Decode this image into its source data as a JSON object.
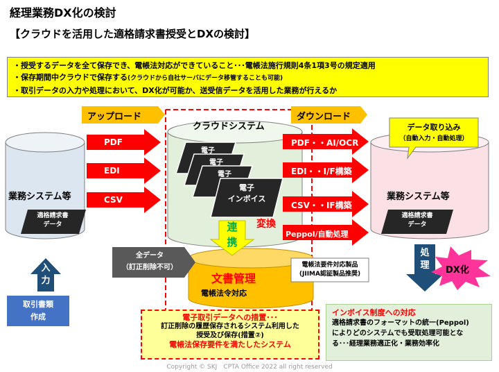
{
  "title": "経理業務DX化の検討",
  "subtitle": "【クラウドを活用した適格請求書授受とDXの検討】",
  "notes": {
    "line1": "・授受するデータを全て保存でき、電帳法対応ができていること･･･電帳法施行規則4条1項3号の規定適用",
    "line2_main": "・保存期間中クラウドで保存する",
    "line2_small": "(クラウドから自社サーバにデータ移管することも可能)",
    "line3": "・取引データの入力や処理において、DX化が可能か、送受信データを活用した業務が行えるか"
  },
  "upload_label": "アップロード",
  "download_label": "ダウンロード",
  "cloud_label": "クラウドシステム",
  "left_system": {
    "title": "業務システム等",
    "doc_line1": "適格請求書",
    "doc_line2": "データ"
  },
  "right_system": {
    "title": "業務システム等",
    "doc_line1": "適格請求書",
    "doc_line2": "データ"
  },
  "upload_arrows": [
    "PDF",
    "EDI",
    "CSV"
  ],
  "download_arrows": [
    "PDF・・AI/OCR",
    "EDI・・I/F構築",
    "CSV・・IF構築",
    "Peppol/自動処理"
  ],
  "cloud_docs": {
    "front_line1": "電子",
    "front_line2": "インボイス",
    "back": "電子"
  },
  "renkei": [
    "連",
    "携"
  ],
  "henkan": "変換",
  "all_data": {
    "line1": "全データ",
    "line2": "（訂正削除不可）"
  },
  "bunsho": {
    "title": "文書管理",
    "sub": "電帳法令対応"
  },
  "products": {
    "line1": "電帳法要件対応製品",
    "line2": "(JIIMA認証製品推奨)"
  },
  "data_intake": {
    "line1": "データ取り込み",
    "line2": "（自動入力・自動処理）"
  },
  "input_arrow": [
    "入",
    "力"
  ],
  "torihiki": {
    "line1": "取引書類",
    "line2": "作成"
  },
  "shori": [
    "処",
    "理"
  ],
  "dx_burst": "DX化",
  "dashed_box": {
    "line1": "電子取引データへの措置･･･",
    "line2": "訂正削除の履歴保存されるシステム利用した",
    "line3": "授受及び保存(措置②)",
    "line4": "電帳法保存要件を満たしたシステム"
  },
  "invoice_box": {
    "title": "インボイス制度への対応",
    "line1": "適格請求書のフォーマットの統一(Peppol)",
    "line2": "によりどのシステムでも受取処理可能とな",
    "line3": "る･･･経理業務適正化・業務効率化"
  },
  "copyright": "Copyright © SKJ　CPTA Office 2022 all right reserved",
  "colors": {
    "red": "#ff0000",
    "orange": "#ffc000",
    "yellow": "#ffff00",
    "navy": "#1f4e79",
    "blue": "#4472c4",
    "green_text": "#00b050",
    "cloud_fill": "#e2efda"
  }
}
